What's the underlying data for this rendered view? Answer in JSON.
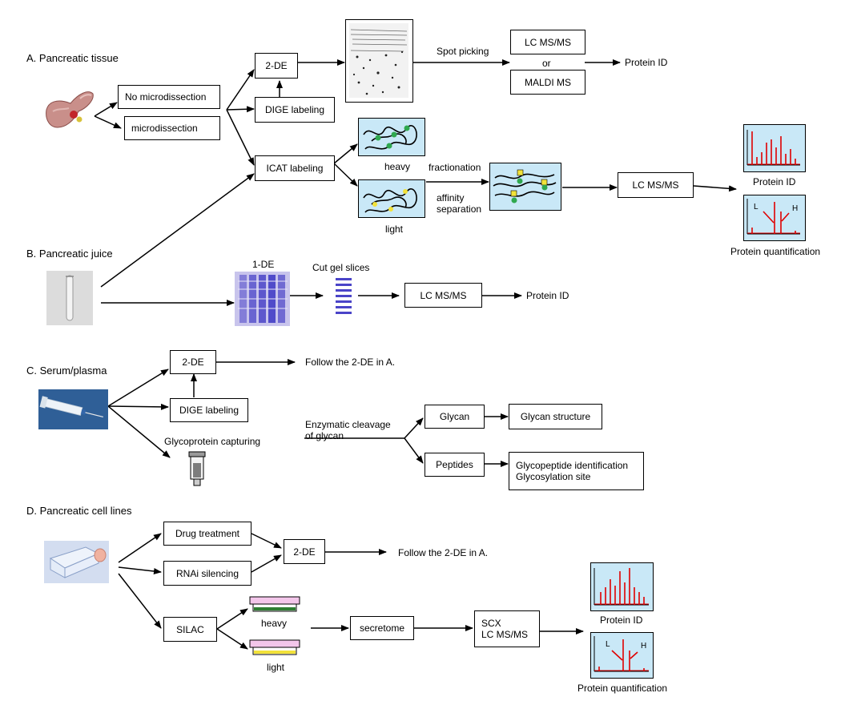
{
  "sections": {
    "a": "A. Pancreatic tissue",
    "b": "B. Pancreatic juice",
    "c": "C. Serum/plasma",
    "d": "D. Pancreatic cell lines"
  },
  "section_a": {
    "no_microdissection": "No microdissection",
    "microdissection": "microdissection",
    "two_de": "2-DE",
    "dige_labeling": "DIGE labeling",
    "icat_labeling": "ICAT labeling",
    "spot_picking": "Spot picking",
    "lc_msms": "LC MS/MS",
    "or": "or",
    "maldi_ms": "MALDI MS",
    "protein_id": "Protein ID",
    "heavy": "heavy",
    "light": "light",
    "fractionation": "fractionation",
    "affinity_line1": "affinity",
    "affinity_line2": "separation",
    "lc_msms_2": "LC MS/MS",
    "protein_id_2": "Protein ID",
    "protein_quantification": "Protein quantification",
    "spectrum_label_l": "L",
    "spectrum_label_h": "H"
  },
  "section_b": {
    "one_de": "1-DE",
    "cut_gel_slices": "Cut gel slices",
    "lc_msms": "LC MS/MS",
    "protein_id": "Protein ID"
  },
  "section_c": {
    "two_de": "2-DE",
    "follow": "Follow the 2-DE in A.",
    "dige_labeling": "DIGE labeling",
    "glycoprotein_capturing": "Glycoprotein capturing",
    "enzymatic_line1": "Enzymatic cleavage",
    "enzymatic_line2": "of glycan",
    "glycan": "Glycan",
    "glycan_structure": "Glycan structure",
    "peptides": "Peptides",
    "glycopeptide_line1": "Glycopeptide identification",
    "glycopeptide_line2": "Glycosylation site"
  },
  "section_d": {
    "drug_treatment": "Drug treatment",
    "rnai_silencing": "RNAi silencing",
    "two_de": "2-DE",
    "follow": "Follow the 2-DE in A.",
    "silac": "SILAC",
    "heavy": "heavy",
    "light": "light",
    "secretome": "secretome",
    "scx_line1": "SCX",
    "scx_line2": "LC MS/MS",
    "protein_id": "Protein ID",
    "protein_quantification": "Protein quantification",
    "spectrum_label_l": "L",
    "spectrum_label_h": "H"
  },
  "colors": {
    "panel_fill": "#c9e8f7",
    "peak_red": "#e00000",
    "gel_blue": "#4a44c8",
    "silac_pink": "#f3c6ea",
    "silac_green": "#2e7d32",
    "silac_yellow": "#f2e23a",
    "icat_green": "#2fa84f",
    "icat_yellow": "#f2e23a"
  },
  "icons": [
    "pancreas-tissue-icon",
    "test-tube-icon",
    "syringe-icon",
    "culture-flask-icon",
    "gel-2de-icon",
    "gel-1de-icon",
    "gel-slices-icon",
    "icat-heavy-icon",
    "icat-light-icon",
    "affinity-mix-icon",
    "spectrum-id-icon",
    "spectrum-quant-icon",
    "capture-column-icon",
    "silac-heavy-dish-icon",
    "silac-light-dish-icon"
  ]
}
